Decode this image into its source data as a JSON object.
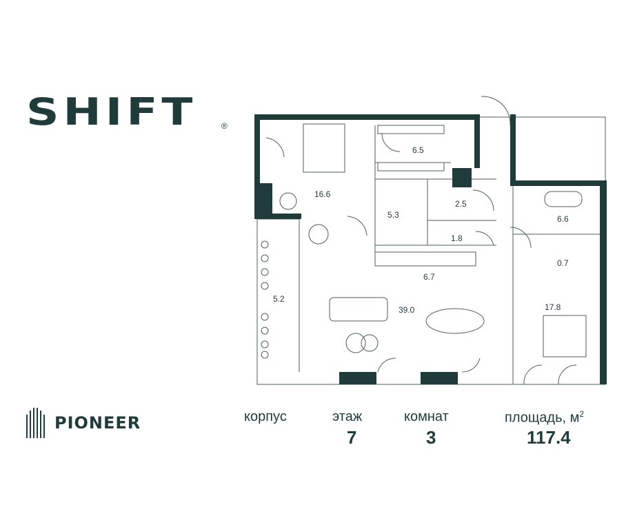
{
  "brand": {
    "name": "SHIFT",
    "registered": "®"
  },
  "developer": {
    "name": "PIONEER"
  },
  "rooms": {
    "bedroom_1": "16.6",
    "wardrobe": "6.5",
    "bath_1": "5.3",
    "wc": "2.5",
    "laundry": "1.8",
    "kitchen": "6.7",
    "balcony": "5.2",
    "living": "39.0",
    "bath_2": "6.6",
    "closet": "0.7",
    "bedroom_2": "17.8"
  },
  "info": {
    "korpus_label": "корпус",
    "korpus_value": "",
    "floor_label": "этаж",
    "floor_value": "7",
    "rooms_label": "комнат",
    "rooms_value": "3",
    "area_label": "площадь, м",
    "area_unit_sup": "2",
    "area_value": "117.4"
  },
  "colors": {
    "primary": "#1f3b3a",
    "line": "#4a5e5d"
  }
}
